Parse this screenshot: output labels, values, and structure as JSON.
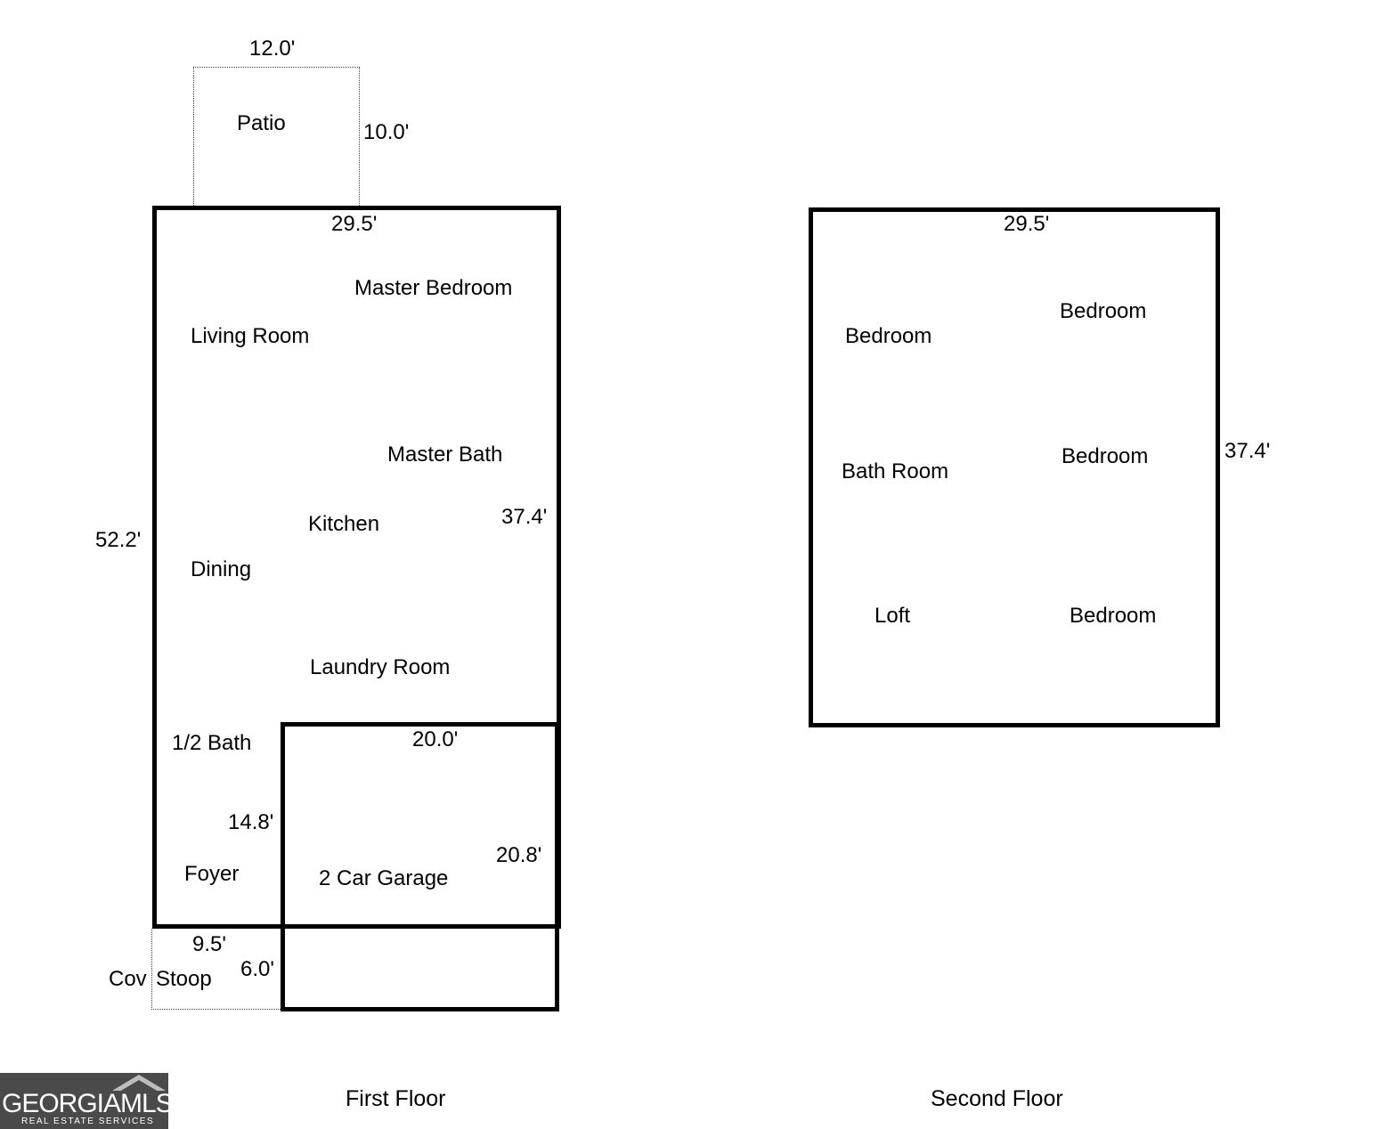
{
  "first_floor": {
    "title": "First Floor",
    "patio": {
      "label": "Patio",
      "width": "12.0'",
      "depth": "10.0'"
    },
    "main": {
      "width": "29.5'",
      "height": "52.2'",
      "right_side": "37.4'"
    },
    "rooms": {
      "master_bedroom": "Master Bedroom",
      "living_room": "Living Room",
      "master_bath": "Master Bath",
      "kitchen": "Kitchen",
      "dining": "Dining",
      "laundry_room": "Laundry Room",
      "half_bath": "1/2 Bath",
      "foyer": "Foyer"
    },
    "foyer_dim": "14.8'",
    "garage": {
      "label": "2 Car Garage",
      "width": "20.0'",
      "depth": "20.8'"
    },
    "stoop": {
      "label_a": "Cov",
      "label_b": "Stoop",
      "width": "9.5'",
      "depth": "6.0'"
    }
  },
  "second_floor": {
    "title": "Second Floor",
    "width": "29.5'",
    "height": "37.4'",
    "rooms": {
      "bedroom_top_right": "Bedroom",
      "bedroom_top_left": "Bedroom",
      "bath_room": "Bath Room",
      "bedroom_mid_right": "Bedroom",
      "loft": "Loft",
      "bedroom_bottom_right": "Bedroom"
    }
  },
  "logo": {
    "brand": "GEORGIAMLS",
    "tagline": "REAL ESTATE SERVICES"
  }
}
